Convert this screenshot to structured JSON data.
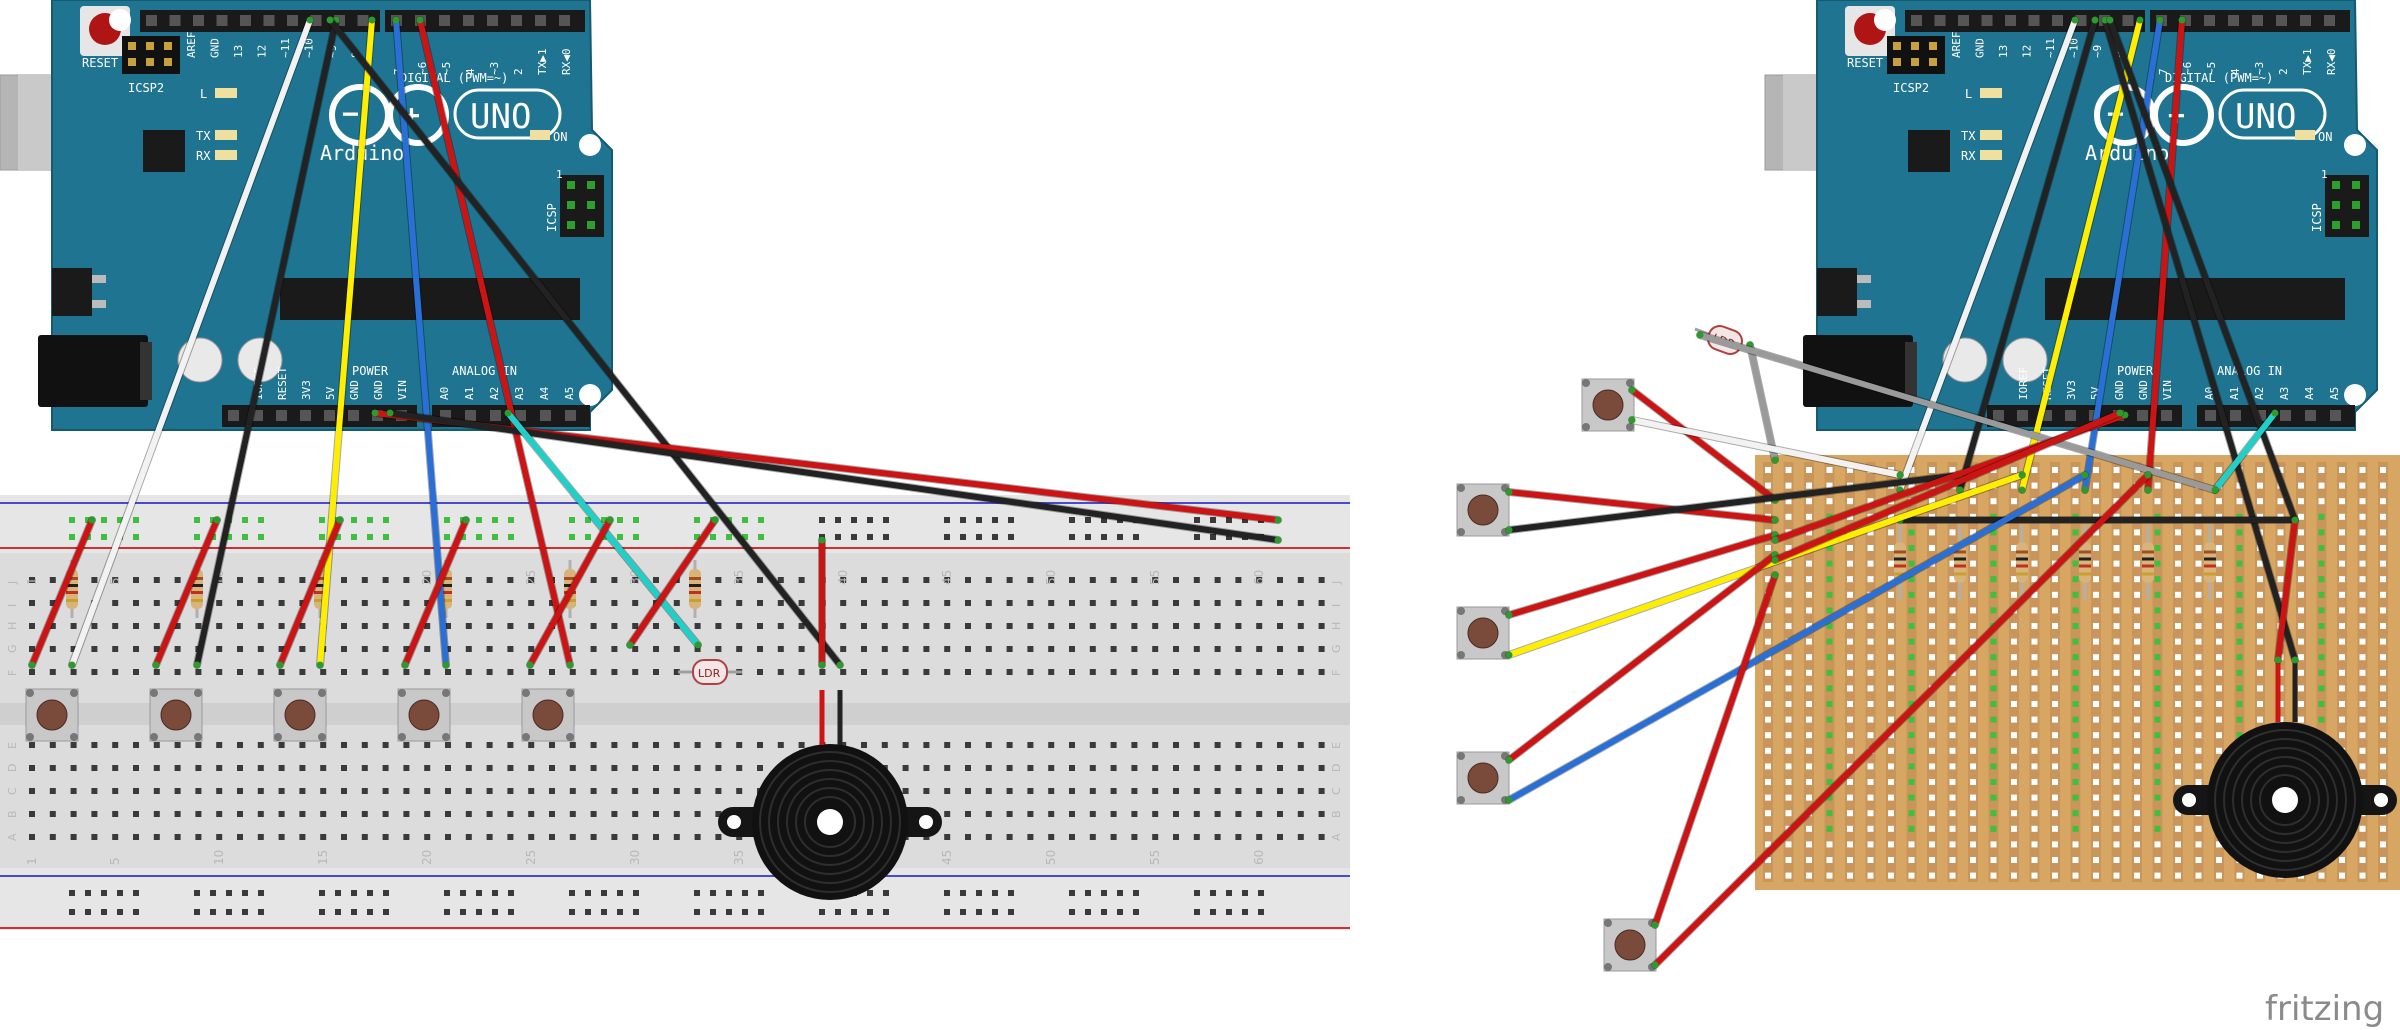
{
  "arduino": {
    "model": "UNO",
    "brand": "Arduino",
    "labels": {
      "reset": "RESET",
      "icsp2": "ICSP2",
      "icsp": "ICSP",
      "aref": "AREF",
      "gnd": "GND",
      "l": "L",
      "tx": "TX",
      "rx": "RX",
      "on": "ON",
      "digital": "DIGITAL (PWM=~)",
      "power": "POWER",
      "analog_in": "ANALOG IN",
      "ioref": "IOREF",
      "reset_small": "RESET",
      "v3": "3V3",
      "v5": "5V",
      "vin": "VIN",
      "one": "1"
    },
    "digital_pins": [
      "13",
      "12",
      "~11",
      "~10",
      "~9",
      "8",
      "7",
      "~6",
      "~5",
      "4",
      "~3",
      "2",
      "TX▶1",
      "RX◀0"
    ],
    "analog_pins": [
      "A0",
      "A1",
      "A2",
      "A3",
      "A4",
      "A5"
    ]
  },
  "breadboard": {
    "column_numbers": [
      "1",
      "5",
      "10",
      "15",
      "20",
      "25",
      "30",
      "35",
      "40",
      "45",
      "50",
      "55",
      "60"
    ],
    "row_letters_top": [
      "J",
      "I",
      "H",
      "G",
      "F"
    ],
    "row_letters_bottom": [
      "E",
      "D",
      "C",
      "B",
      "A"
    ]
  },
  "components": {
    "ldr_label": "LDR"
  },
  "colors": {
    "arduino_blue": "#1f7591",
    "wire_red": "#cc1414",
    "wire_black": "#222222",
    "wire_yellow": "#ffee00",
    "wire_blue": "#2a6fd6",
    "wire_white": "#f2f2f2",
    "wire_cyan": "#20d0c8",
    "wire_gray": "#9a9a9a",
    "stripboard": "#d6a662",
    "hole_green": "#3fbf3f"
  },
  "watermark": "fritzing"
}
